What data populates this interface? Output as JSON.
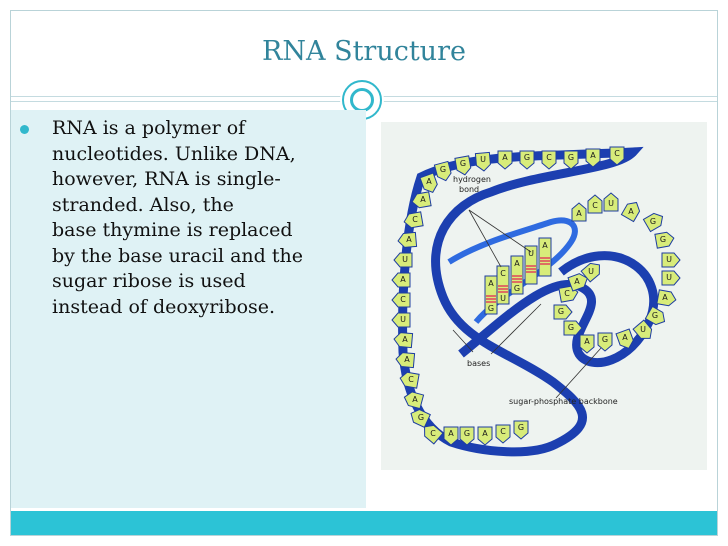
{
  "slide": {
    "title": "RNA Structure",
    "bullet_lines": [
      "RNA is a polymer of",
      "nucleotides. Unlike DNA,",
      "however, RNA is single-",
      "stranded. Also, the",
      "base thymine is replaced",
      "by the base uracil and the",
      "sugar ribose is used",
      "instead of deoxyribose."
    ]
  },
  "figure": {
    "labels": {
      "hydrogen_bond_1": "hydrogen",
      "hydrogen_bond_2": "bond",
      "bases": "bases",
      "backbone": "sugar-phosphate backbone"
    },
    "top_bases": [
      "A",
      "G",
      "G",
      "U",
      "A",
      "G",
      "C",
      "G",
      "A",
      "C"
    ],
    "left_bases": [
      "A",
      "C",
      "A",
      "U",
      "A",
      "C",
      "U",
      "A",
      "A",
      "C",
      "A",
      "G",
      "C"
    ],
    "right_bases": [
      "A",
      "C",
      "U",
      "A",
      "G",
      "G",
      "U",
      "U",
      "A",
      "G",
      "U",
      "A",
      "G",
      "A",
      "G",
      "G",
      "C",
      "A",
      "U"
    ],
    "pair_left": [
      "A",
      "C",
      "A",
      "U",
      "A"
    ],
    "pair_right": [
      "G",
      "U",
      "G"
    ],
    "bottom_bases": [
      "A",
      "G",
      "A",
      "C",
      "G"
    ]
  },
  "colors": {
    "title": "#31849b",
    "accent": "#31b8cc",
    "panel": "#dff2f5",
    "footer": "#2cc3d6",
    "backbone": "#1c3fb0",
    "base_fill": "#d8ec7a"
  }
}
